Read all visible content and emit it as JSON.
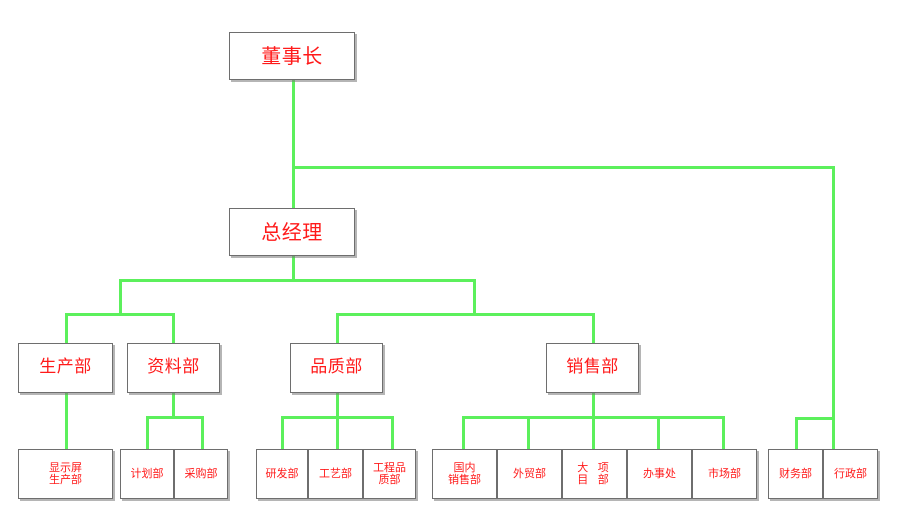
{
  "chart_data": {
    "type": "diagram",
    "diagram_type": "organization-chart",
    "title": "",
    "colors": {
      "connector": "#5cf05c",
      "node_border": "#6e6e6e",
      "node_text": "#ff1a1a",
      "node_fill": "#ffffff",
      "background": "#ffffff"
    },
    "nodes": [
      {
        "id": "chairman",
        "label": "董事长",
        "level": 1,
        "parent": null
      },
      {
        "id": "general-manager",
        "label": "总经理",
        "level": 2,
        "parent": "chairman"
      },
      {
        "id": "production",
        "label": "生产部",
        "level": 3,
        "parent": "general-manager"
      },
      {
        "id": "materials",
        "label": "资料部",
        "level": 3,
        "parent": "general-manager"
      },
      {
        "id": "quality",
        "label": "品质部",
        "level": 3,
        "parent": "general-manager"
      },
      {
        "id": "sales",
        "label": "销售部",
        "level": 3,
        "parent": "general-manager"
      },
      {
        "id": "display-prod",
        "label": "显示屏\n生产部",
        "level": 4,
        "parent": "production"
      },
      {
        "id": "planning",
        "label": "计划部",
        "level": 4,
        "parent": "materials"
      },
      {
        "id": "purchasing",
        "label": "采购部",
        "level": 4,
        "parent": "materials"
      },
      {
        "id": "rnd",
        "label": "研发部",
        "level": 4,
        "parent": "quality"
      },
      {
        "id": "process",
        "label": "工艺部",
        "level": 4,
        "parent": "quality"
      },
      {
        "id": "eng-quality",
        "label": "工程品\n质部",
        "level": 4,
        "parent": "quality"
      },
      {
        "id": "domestic-sales",
        "label": "国内\n销售部",
        "level": 4,
        "parent": "sales"
      },
      {
        "id": "foreign-trade",
        "label": "外贸部",
        "level": 4,
        "parent": "sales"
      },
      {
        "id": "major-projects",
        "label": "大 项\n目 部",
        "level": 4,
        "parent": "sales"
      },
      {
        "id": "branch-office",
        "label": "办事处",
        "level": 4,
        "parent": "sales"
      },
      {
        "id": "marketing",
        "label": "市场部",
        "level": 4,
        "parent": "sales"
      },
      {
        "id": "finance",
        "label": "财务部",
        "level": 4,
        "parent": "chairman"
      },
      {
        "id": "administration",
        "label": "行政部",
        "level": 4,
        "parent": "chairman"
      }
    ]
  },
  "nodes": {
    "chairman": "董事长",
    "general_manager": "总经理",
    "production": "生产部",
    "materials": "资料部",
    "quality": "品质部",
    "sales": "销售部",
    "display_production": "显示屏\n生产部",
    "planning": "计划部",
    "purchasing": "采购部",
    "rnd": "研发部",
    "process": "工艺部",
    "engineering_quality": "工程品\n质部",
    "domestic_sales": "国内\n销售部",
    "foreign_trade": "外贸部",
    "major_projects": "大 项\n目 部",
    "branch_office": "办事处",
    "marketing": "市场部",
    "finance": "财务部",
    "administration": "行政部"
  }
}
